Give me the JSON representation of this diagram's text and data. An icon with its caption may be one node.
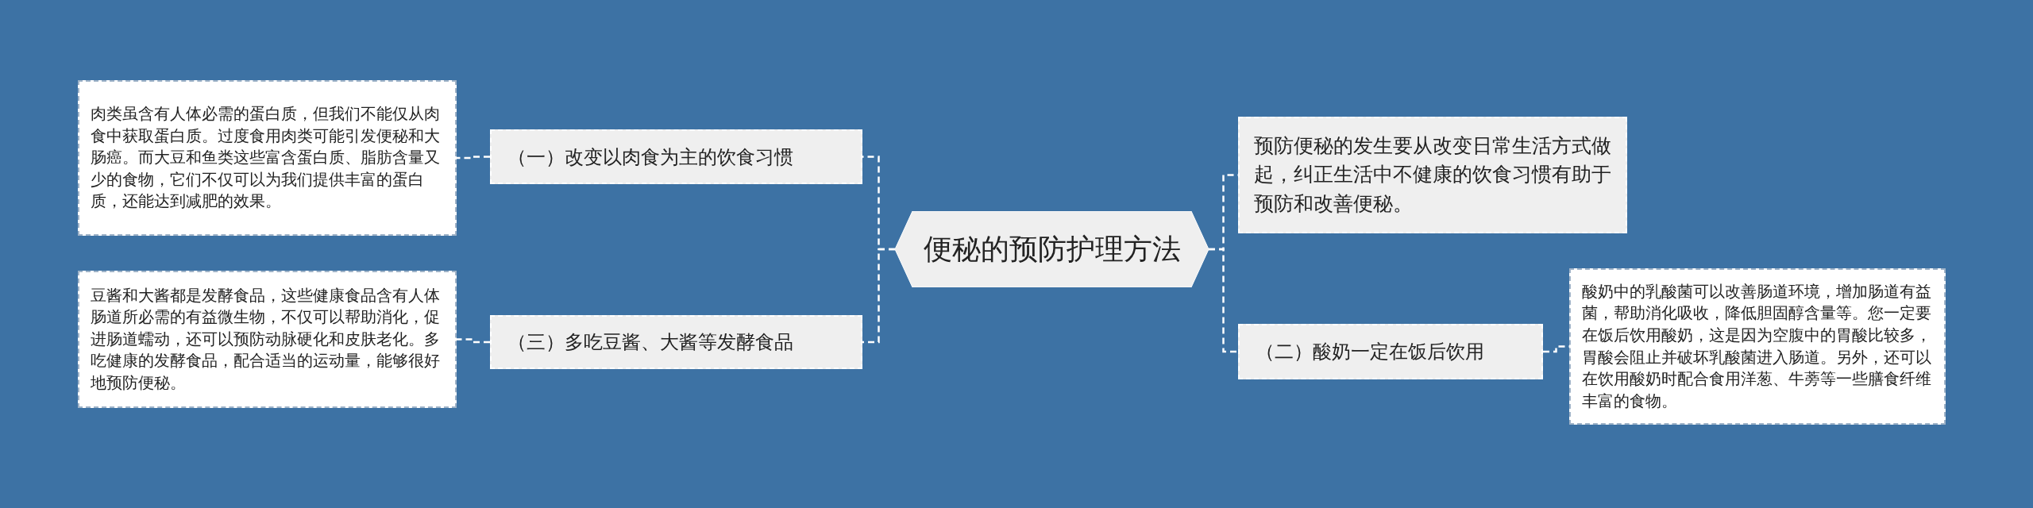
{
  "diagram": {
    "nodes": [
      {
        "text": [
          "便秘的预防护理方法"
        ]
      },
      {
        "text": [
          "（一）改变以肉食为主的饮食习惯"
        ]
      },
      {
        "text": [
          "肉类虽含有人体必需的蛋白质，但我们不能仅从肉食中获取蛋白质。过度食用肉类可能引发便秘和大肠癌。而大豆和鱼类这些富含蛋白质、脂肪含量又少的食物，它们不仅可以为我们提供丰富的蛋白质，还能达到减肥的效果。"
        ]
      },
      {
        "text": [
          "（三）多吃豆酱、大酱等发酵食品"
        ]
      },
      {
        "text": [
          "豆酱和大酱都是发酵食品，这些健康食品含有人体肠道所必需的有益微生物，不仅可以帮助消化，促进肠道蠕动，还可以预防动脉硬化和皮肤老化。多吃健康的发酵食品，配合适当的运动量，能够很好地预防便秘。"
        ]
      },
      {
        "text": [
          "预防便秘的发生要从改变日常生活方式做起，纠正生活中不健康的饮食习惯有助于预防和改善便秘。"
        ]
      },
      {
        "text": [
          "（二）酸奶一定在饭后饮用"
        ]
      },
      {
        "text": [
          "酸奶中的乳酸菌可以改善肠道环境，增加肠道有益菌，帮助消化吸收，降低胆固醇含量等。您一定要在饭后饮用酸奶，这是因为空腹中的胃酸比较多，胃酸会阻止并破坏乳酸菌进入肠道。另外，还可以在饮用酸奶时配合食用洋葱、牛蒡等一些膳食纤维丰富的食物。"
        ]
      }
    ],
    "edges": [
      {
        "from": 0,
        "to": 1,
        "arrow": "none",
        "style": "dashed"
      },
      {
        "from": 1,
        "to": 2,
        "arrow": "none",
        "style": "dashed"
      },
      {
        "from": 0,
        "to": 3,
        "arrow": "none",
        "style": "dashed"
      },
      {
        "from": 3,
        "to": 4,
        "arrow": "none",
        "style": "dashed"
      },
      {
        "from": 0,
        "to": 5,
        "arrow": "none",
        "style": "dashed"
      },
      {
        "from": 0,
        "to": 6,
        "arrow": "none",
        "style": "dashed"
      },
      {
        "from": 6,
        "to": 7,
        "arrow": "none",
        "style": "dashed"
      }
    ]
  }
}
